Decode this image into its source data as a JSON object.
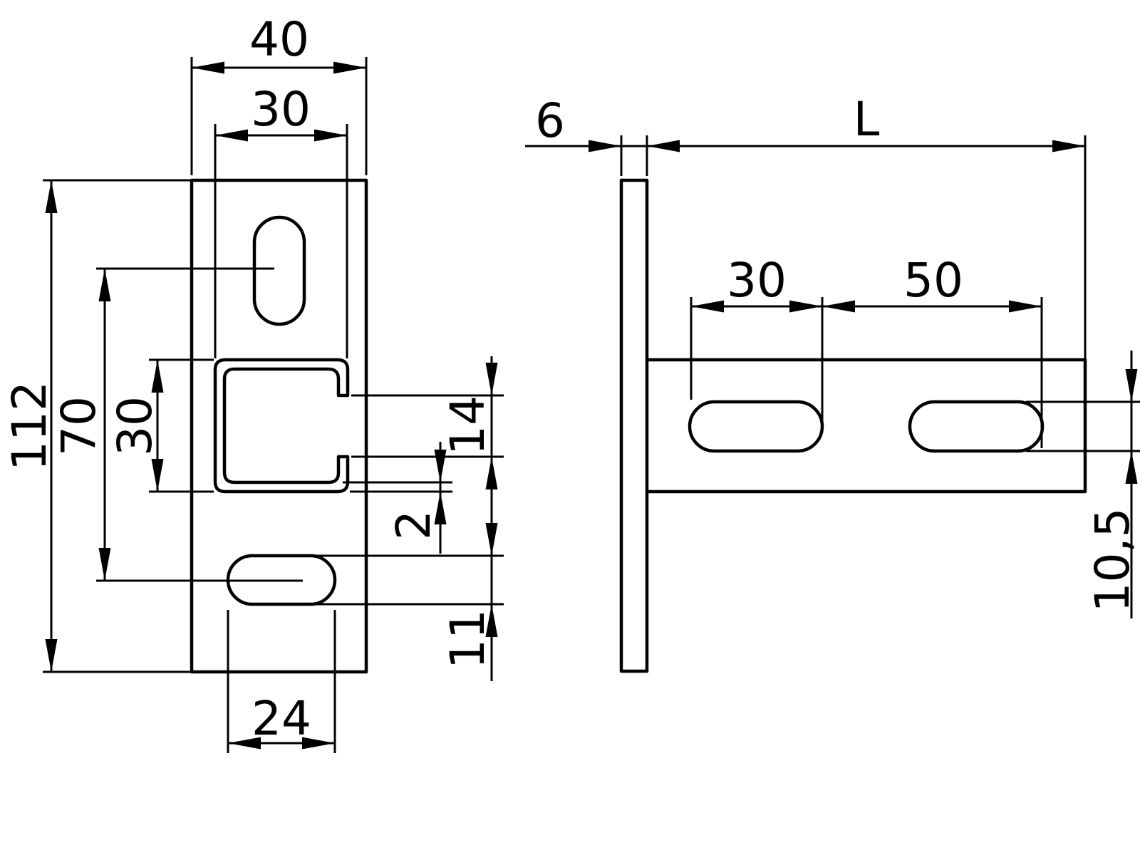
{
  "drawing": {
    "type": "technical-dimension-drawing",
    "colors": {
      "line": "#000000",
      "background": "#ffffff"
    },
    "front_view": {
      "labels": {
        "plate_width": "40",
        "channel_width": "30",
        "plate_height": "112",
        "slot_center_spacing": "70",
        "channel_height": "30",
        "channel_opening": "14",
        "wall_thickness": "2",
        "bottom_slot_height": "11",
        "bottom_slot_length": "24"
      }
    },
    "side_view": {
      "labels": {
        "plate_thickness": "6",
        "arm_length": "L",
        "slot_length": "30",
        "slot_end_spacing": "50",
        "slot_width": "10,5"
      }
    }
  }
}
